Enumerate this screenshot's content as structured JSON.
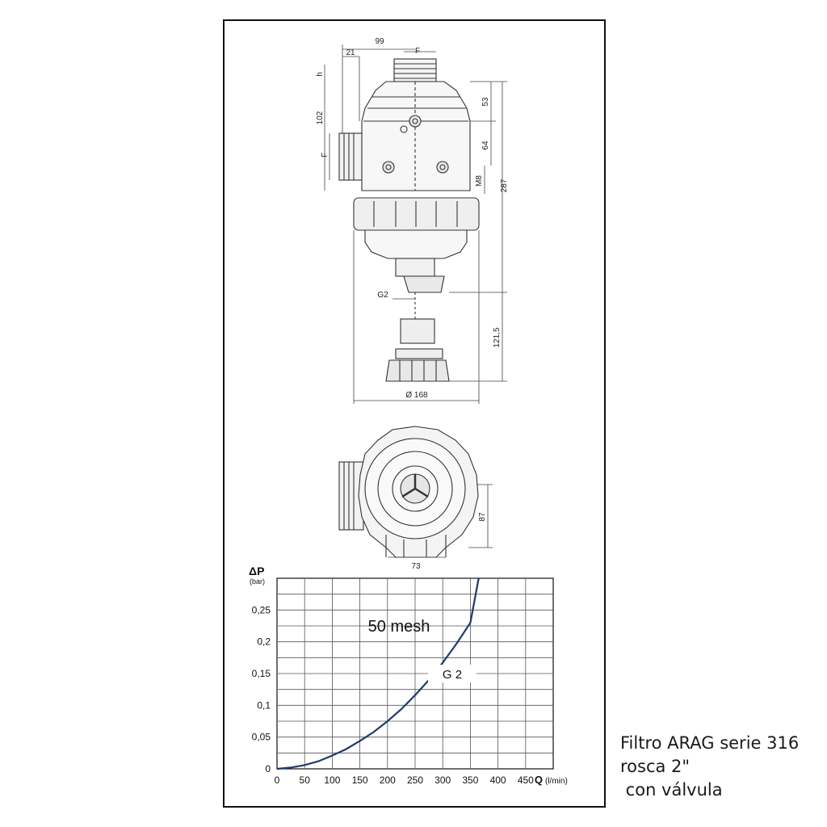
{
  "drawing": {
    "side_view": {
      "dim_99": "99",
      "dim_21": "21",
      "dim_F_top": "F",
      "dim_h": "h",
      "dim_102": "102",
      "dim_F_side": "F",
      "dim_53": "53",
      "dim_64": "64",
      "dim_M8": "M8",
      "dim_287": "287",
      "dim_G2": "G2",
      "dim_121_5": "121,5",
      "dim_168": "Ø 168"
    },
    "top_view": {
      "dim_87": "87",
      "dim_73": "73"
    }
  },
  "chart_data": {
    "type": "line",
    "ylabel": "ΔP",
    "ylabel_unit": "(bar)",
    "xlabel": "Q",
    "xlabel_unit": "(l/min)",
    "x_ticks": [
      "0",
      "50",
      "100",
      "150",
      "200",
      "250",
      "300",
      "350",
      "400",
      "450"
    ],
    "y_ticks": [
      "0",
      "0,05",
      "0,1",
      "0,15",
      "0,2",
      "0,25"
    ],
    "xlim": [
      0,
      500
    ],
    "ylim": [
      0,
      0.3
    ],
    "grid": true,
    "annotations": [
      "50 mesh",
      "G 2"
    ],
    "series": [
      {
        "name": "G 2",
        "color": "#1f3a6e",
        "x": [
          0,
          25,
          50,
          75,
          100,
          125,
          150,
          175,
          200,
          225,
          250,
          275,
          300,
          325,
          350,
          365
        ],
        "y": [
          0,
          0.002,
          0.006,
          0.012,
          0.021,
          0.031,
          0.044,
          0.058,
          0.075,
          0.094,
          0.116,
          0.14,
          0.167,
          0.197,
          0.23,
          0.3
        ]
      }
    ]
  },
  "caption": {
    "line1": "Filtro ARAG serie 316",
    "line2": "rosca 2\"",
    "line3": " con válvula"
  }
}
